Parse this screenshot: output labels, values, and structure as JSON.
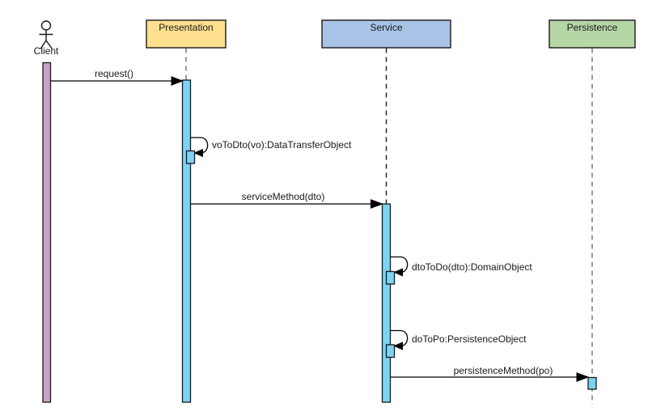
{
  "diagram": {
    "kind": "uml-sequence-diagram",
    "background": "#ffffff"
  },
  "actor": {
    "name": "Client",
    "fill": "#C9A2C5"
  },
  "participants": [
    {
      "name": "Presentation",
      "fill": "#FFE08E"
    },
    {
      "name": "Service",
      "fill": "#A8C3E5"
    },
    {
      "name": "Persistence",
      "fill": "#B5D6A5"
    }
  ],
  "activation": {
    "fill": "#7DD3F2",
    "client_fill": "#C9A2C5"
  },
  "messages": [
    {
      "label": "request()",
      "from": "Client",
      "to": "Presentation",
      "type": "sync-call"
    },
    {
      "label": "voToDto(vo):DataTransferObject",
      "from": "Presentation",
      "to": "Presentation",
      "type": "self-call"
    },
    {
      "label": "serviceMethod(dto)",
      "from": "Presentation",
      "to": "Service",
      "type": "sync-call"
    },
    {
      "label": "dtoToDo(dto):DomainObject",
      "from": "Service",
      "to": "Service",
      "type": "self-call"
    },
    {
      "label": "doToPo:PersistenceObject",
      "from": "Service",
      "to": "Service",
      "type": "self-call"
    },
    {
      "label": "persistenceMethod(po)",
      "from": "Service",
      "to": "Persistence",
      "type": "sync-call"
    }
  ],
  "colors": {
    "line": "#1a1a1a",
    "lifeline_gray": "#999999",
    "arrow": "#000000"
  }
}
